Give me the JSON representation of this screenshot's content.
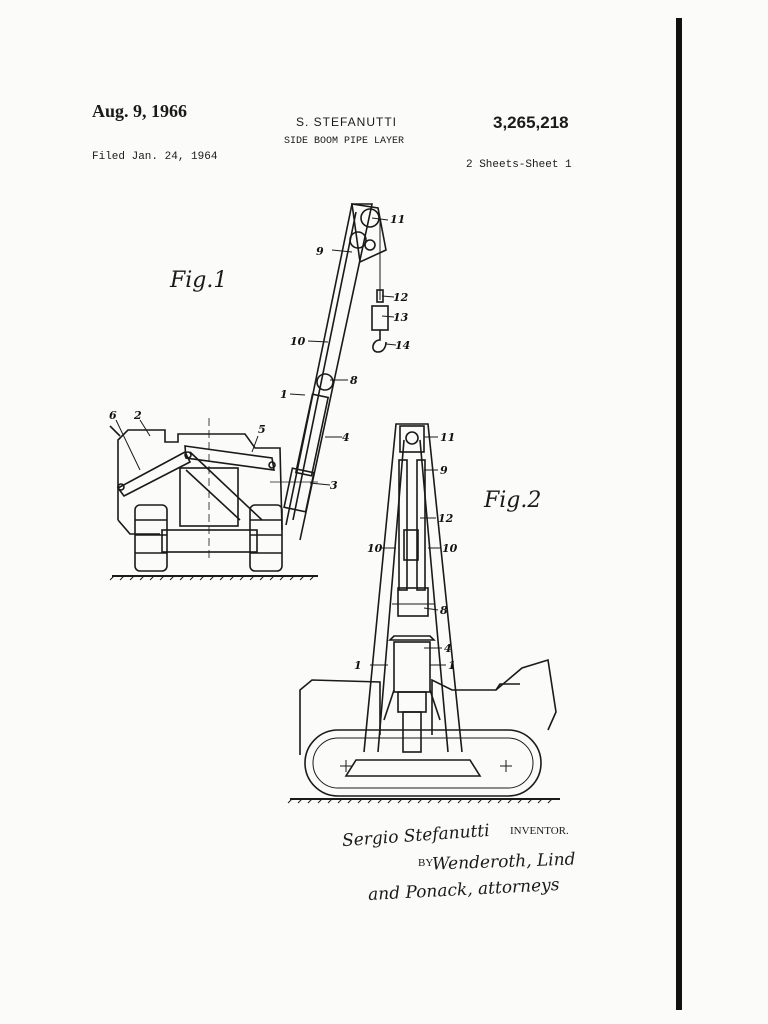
{
  "header": {
    "date": "Aug. 9, 1966",
    "inventor": "S. STEFANUTTI",
    "patent_number": "3,265,218",
    "title": "SIDE BOOM PIPE LAYER",
    "filed": "Filed Jan. 24, 1964",
    "sheets": "2 Sheets-Sheet 1"
  },
  "figures": {
    "fig1_label": "Fig.1",
    "fig2_label": "Fig.2",
    "fig1_refs": [
      "11",
      "9",
      "12",
      "13",
      "14",
      "10",
      "8",
      "1",
      "6",
      "2",
      "5",
      "4",
      "3"
    ],
    "fig2_refs": [
      "11",
      "9",
      "12",
      "10",
      "10",
      "8",
      "4",
      "1",
      "1"
    ]
  },
  "signature": {
    "inventor_label": "INVENTOR.",
    "inventor_signature": "Sergio Stefanutti",
    "by_label": "BY",
    "attorney_line1": "Wenderoth, Lind",
    "attorney_line2": "and Ponack, attorneys"
  }
}
